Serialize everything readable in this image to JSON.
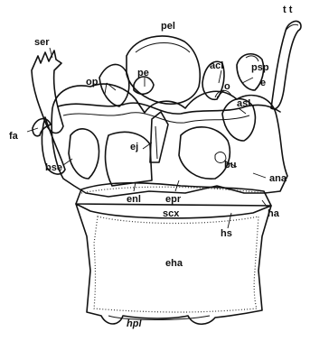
{
  "labels": {
    "tt": "t t",
    "pel": "pel",
    "ser": "ser",
    "acl": "acl",
    "psp": "psp",
    "e": "e",
    "op": "op",
    "pe": "pe",
    "o": "o",
    "fa": "fa",
    "asl": "asl",
    "ej": "ej",
    "bse": "bse",
    "bu": "bu",
    "ana": "ana",
    "enl": "enl",
    "epr": "epr",
    "scx": "scx",
    "ha": "ha",
    "hs": "hs",
    "eha": "eha",
    "hpl": "hpl"
  }
}
